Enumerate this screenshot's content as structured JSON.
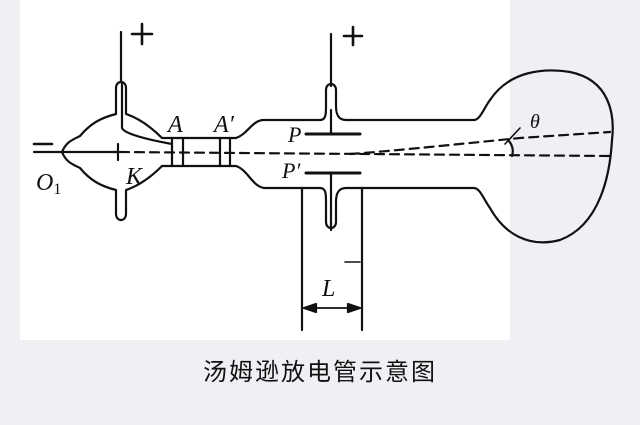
{
  "diagram": {
    "title": "汤姆逊放电管示意图",
    "labels": {
      "cathode_minus": "−",
      "anode_plus_left": "+",
      "plate_plus": "+",
      "origin": "O",
      "origin_sub": "1",
      "cathode": "K",
      "anode_a": "A",
      "anode_a_prime": "A′",
      "plate_top": "P",
      "plate_bottom": "P′",
      "plate_length": "L",
      "deflection_angle": "θ"
    },
    "colors": {
      "background": "#f0eff3",
      "panel": "#ffffff",
      "ink": "#111111"
    }
  }
}
